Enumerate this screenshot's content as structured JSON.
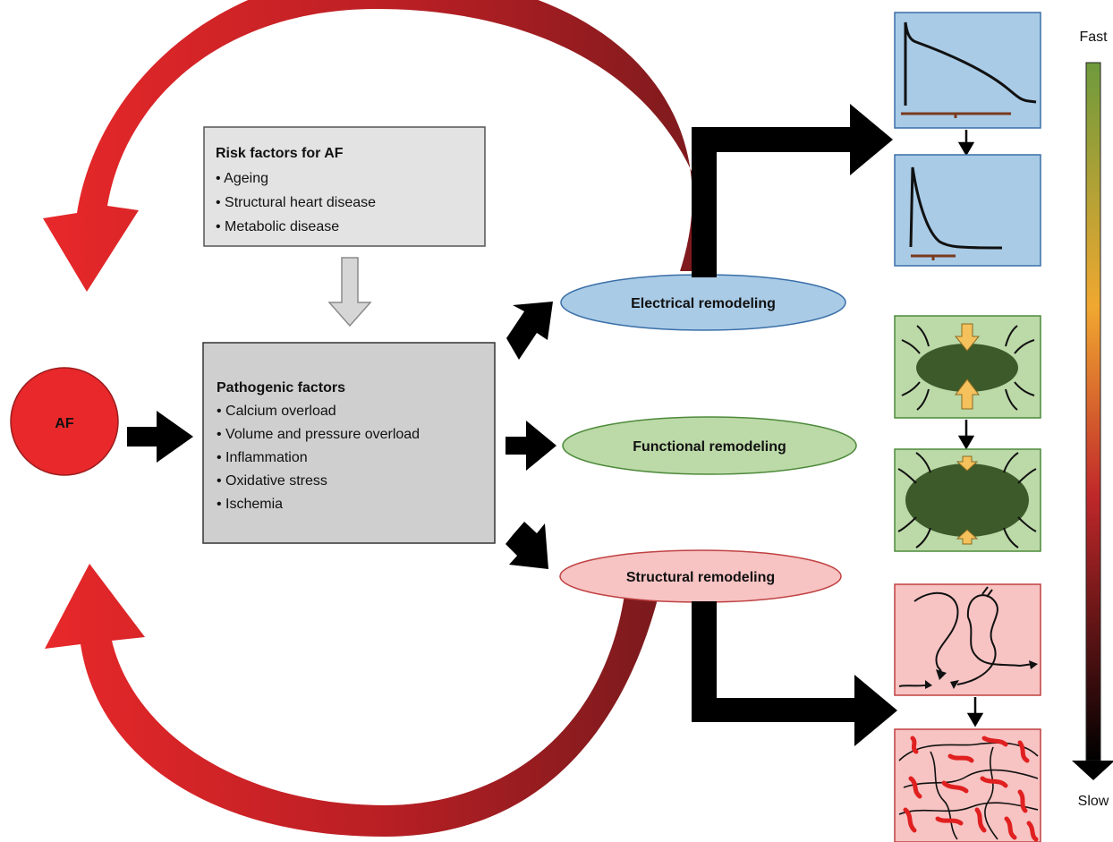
{
  "af_label": "AF",
  "risk_factors": {
    "title": "Risk factors for AF",
    "items": [
      "• Ageing",
      "• Structural heart disease",
      "• Metabolic disease"
    ]
  },
  "pathogenic_factors": {
    "title": "Pathogenic factors",
    "items": [
      "• Calcium overload",
      "• Volume and pressure overload",
      "• Inflammation",
      "• Oxidative stress",
      "• Ischemia"
    ]
  },
  "remodeling": {
    "electrical": "Electrical remodeling",
    "functional": "Functional remodeling",
    "structural": "Structural remodeling"
  },
  "timescale": {
    "fast": "Fast",
    "slow": "Slow"
  },
  "colors": {
    "af_red": "#e8282a",
    "loop_dark": "#8b1a1e",
    "electrical_fill": "#a9cbe6",
    "functional_fill": "#bcd9a8",
    "structural_fill": "#f7c3c3",
    "myocyte_fill": "#3d5a2a",
    "scar_red": "#e02020",
    "box_light_gray": "#e3e3e3",
    "box_mid_gray": "#cfcfcf"
  }
}
